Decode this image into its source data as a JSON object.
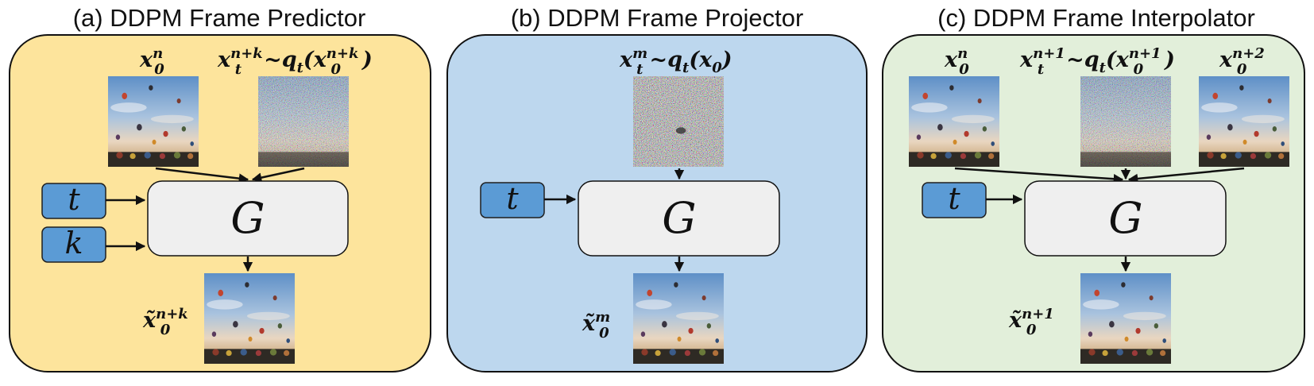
{
  "panels": {
    "a": {
      "title": "(a) DDPM Frame Predictor",
      "frame_label": "x0^n",
      "noisy_label": "xt^(n+k) ~ qt(x0^(n+k))",
      "inputs": [
        "t",
        "k"
      ],
      "generator": "G",
      "output_label": "x̃0^(n+k)"
    },
    "b": {
      "title": "(b) DDPM Frame Projector",
      "noisy_label": "xt^m ~ qt(x0)",
      "inputs": [
        "t"
      ],
      "generator": "G",
      "output_label": "x̃0^m"
    },
    "c": {
      "title": "(c) DDPM Frame Interpolator",
      "frame_label_left": "x0^n",
      "noisy_label": "xt^(n+1) ~ qt(x0^(n+1))",
      "frame_label_right": "x0^(n+2)",
      "inputs": [
        "t"
      ],
      "generator": "G",
      "output_label": "x̃0^(n+1)"
    }
  },
  "colors": {
    "panel_a": "#fde49c",
    "panel_b": "#bdd7ee",
    "panel_c": "#e2efda",
    "input_box": "#5b9bd5",
    "generator_box": "#efefef"
  }
}
